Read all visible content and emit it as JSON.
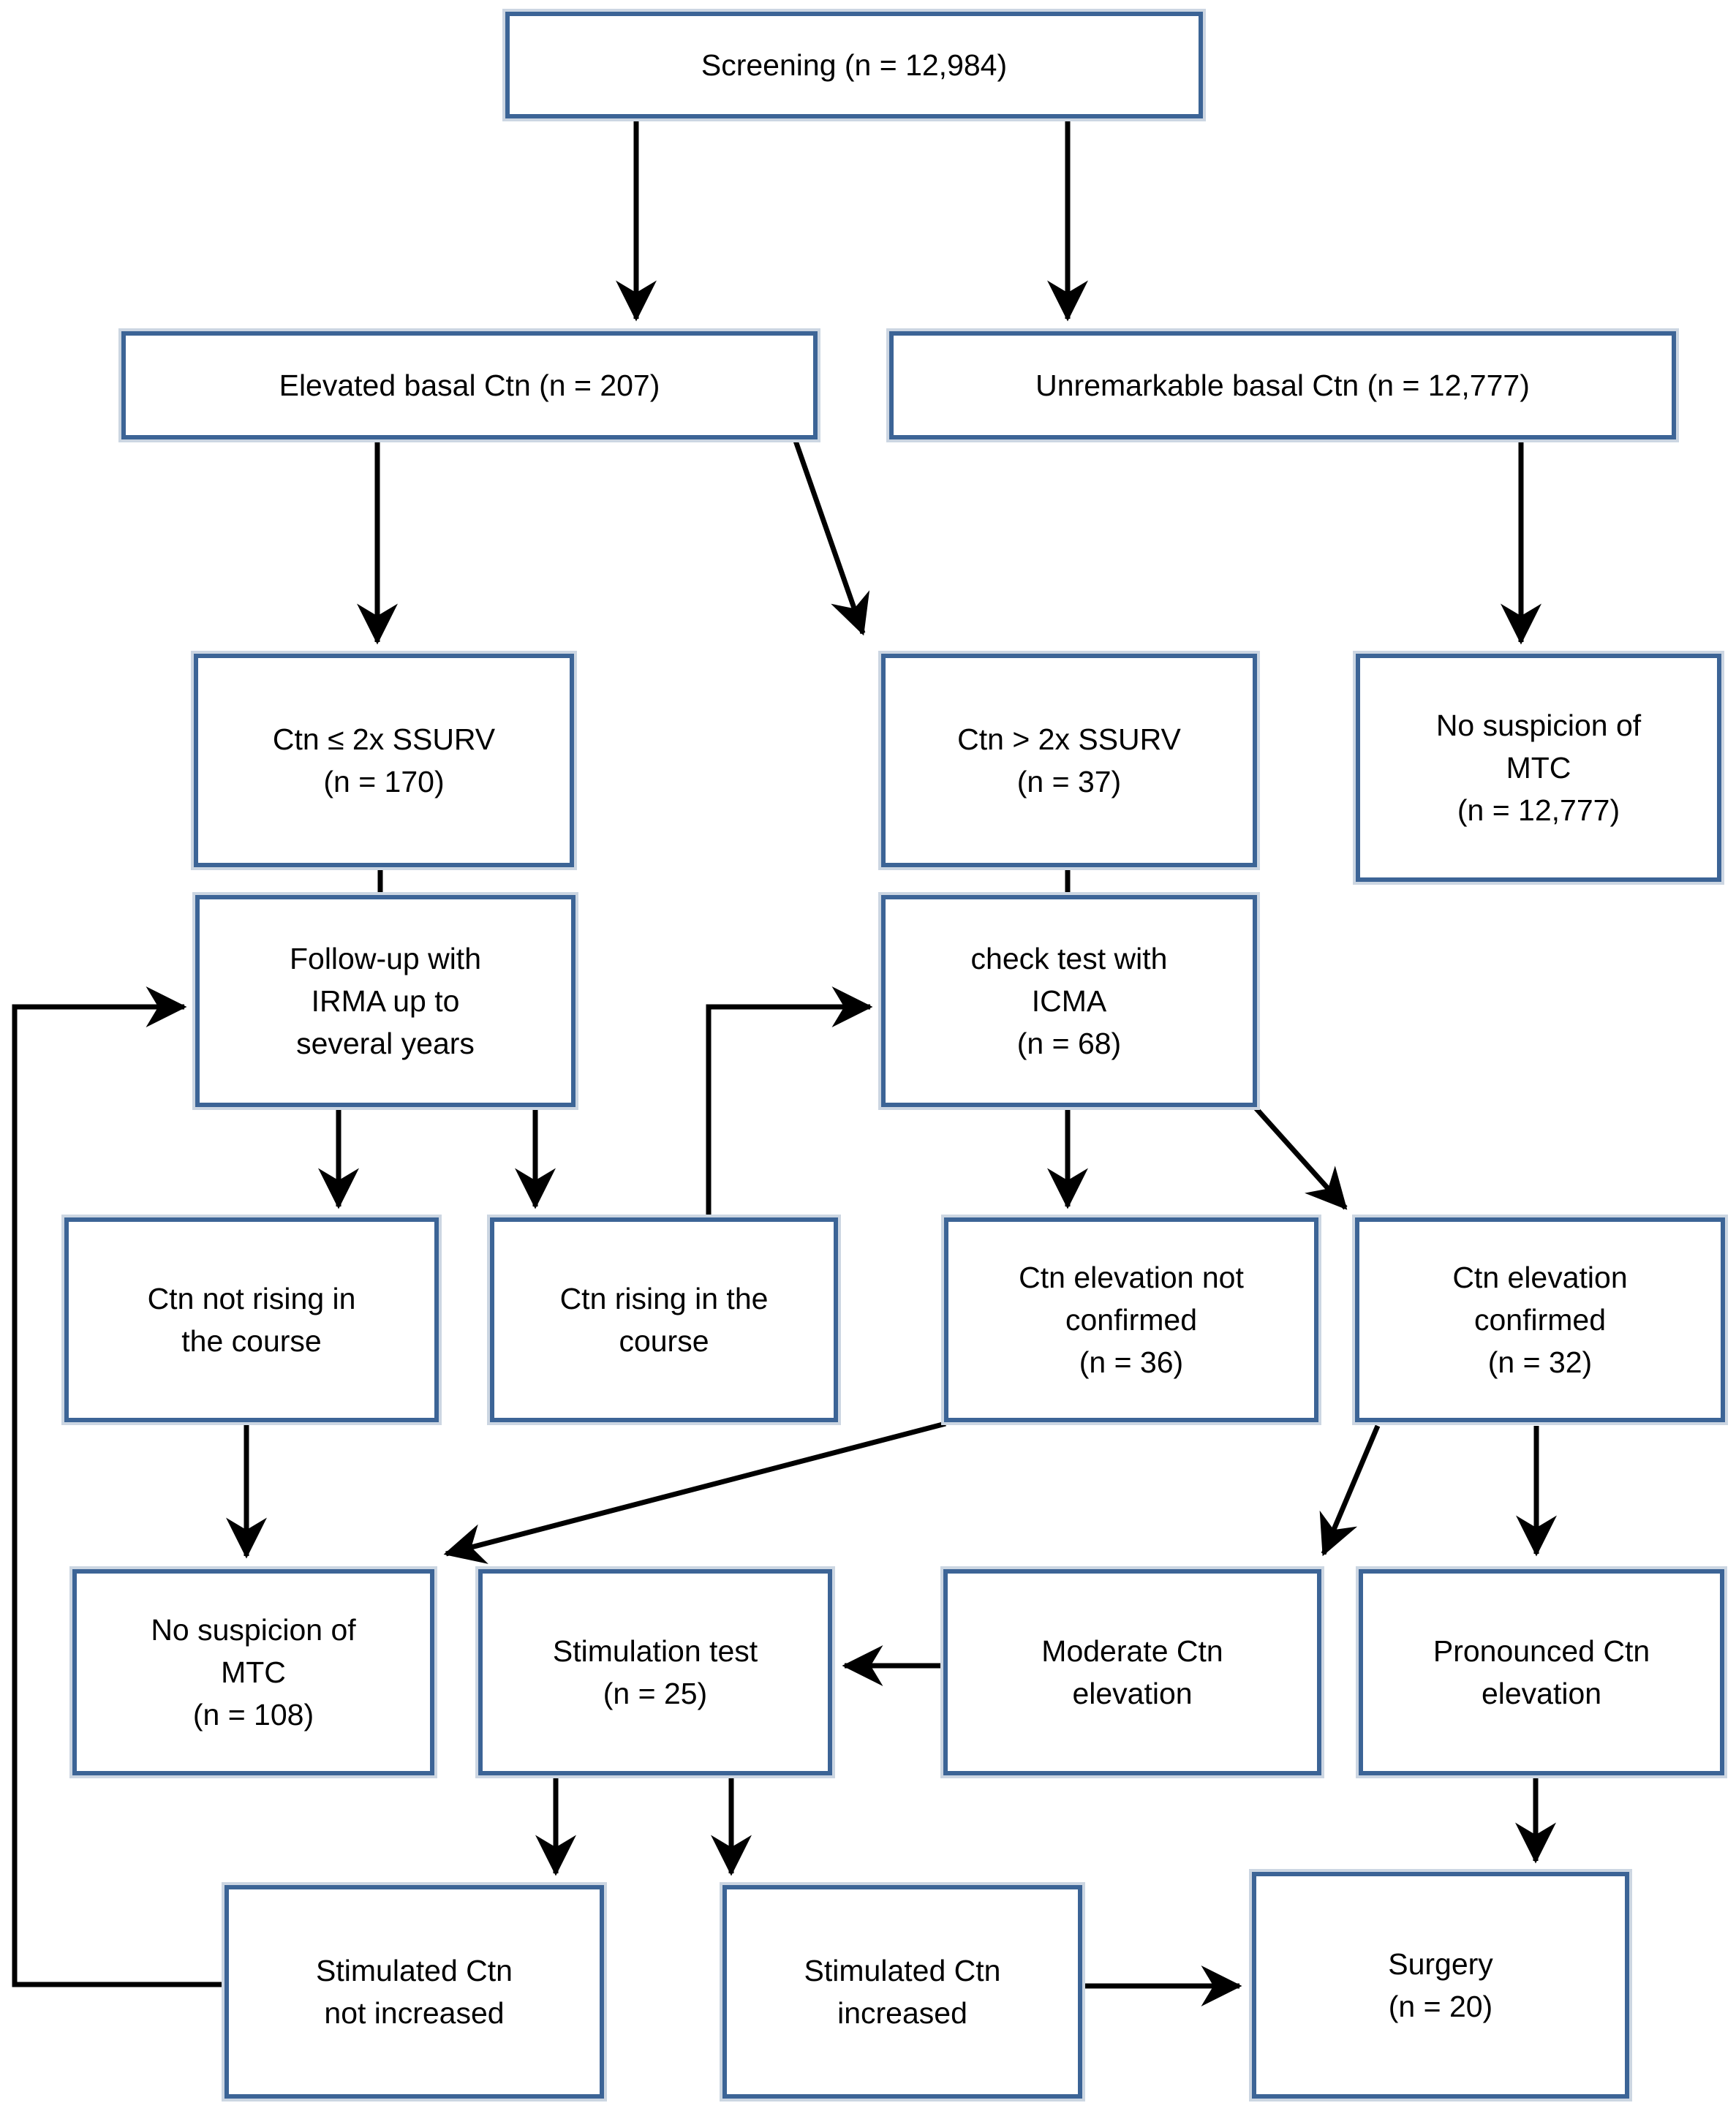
{
  "diagram": {
    "type": "flowchart",
    "title": "MTC screening flow diagram",
    "colors": {
      "box_border": "#3c6496",
      "box_halo": "#ccd6e2",
      "box_fill": "#ffffff",
      "arrow": "#000000",
      "text": "#000000",
      "background": "#ffffff"
    },
    "nodes": {
      "screening": {
        "label": "Screening (n = 12,984)",
        "n": 12984
      },
      "elevated_basal": {
        "label": "Elevated basal Ctn (n = 207)",
        "n": 207
      },
      "unremarkable_basal": {
        "label": "Unremarkable basal Ctn (n = 12,777)",
        "n": 12777
      },
      "ctn_le_2x_ssurv": {
        "label": "Ctn ≤ 2x SSURV\n(n = 170)",
        "n": 170
      },
      "ctn_gt_2x_ssurv": {
        "label": "Ctn > 2x SSURV\n(n = 37)",
        "n": 37
      },
      "no_suspicion_mtc_12777": {
        "label": "No suspicion of\nMTC\n(n = 12,777)",
        "n": 12777
      },
      "followup_irma": {
        "label": "Follow-up with\nIRMA up to\nseveral years"
      },
      "check_test_icma": {
        "label": "check test with\nICMA\n(n = 68)",
        "n": 68
      },
      "ctn_not_rising": {
        "label": "Ctn not rising in\nthe course"
      },
      "ctn_rising": {
        "label": "Ctn rising in the\ncourse"
      },
      "ctn_elevation_not_confirmed": {
        "label": "Ctn elevation not\nconfirmed\n(n = 36)",
        "n": 36
      },
      "ctn_elevation_confirmed": {
        "label": "Ctn elevation\nconfirmed\n(n = 32)",
        "n": 32
      },
      "no_suspicion_mtc_108": {
        "label": "No suspicion of\nMTC\n(n = 108)",
        "n": 108
      },
      "stimulation_test": {
        "label": "Stimulation test\n(n = 25)",
        "n": 25
      },
      "moderate_ctn_elevation": {
        "label": "Moderate Ctn\nelevation"
      },
      "pronounced_ctn_elevation": {
        "label": "Pronounced Ctn\nelevation"
      },
      "stimulated_ctn_not_increased": {
        "label": "Stimulated Ctn\nnot increased"
      },
      "stimulated_ctn_increased": {
        "label": "Stimulated Ctn\nincreased"
      },
      "surgery": {
        "label": "Surgery\n(n = 20)",
        "n": 20
      }
    },
    "edges": [
      {
        "from": "screening",
        "to": "elevated_basal",
        "arrow": true
      },
      {
        "from": "screening",
        "to": "unremarkable_basal",
        "arrow": true
      },
      {
        "from": "elevated_basal",
        "to": "ctn_le_2x_ssurv",
        "arrow": true
      },
      {
        "from": "elevated_basal",
        "to": "ctn_gt_2x_ssurv",
        "arrow": true
      },
      {
        "from": "unremarkable_basal",
        "to": "no_suspicion_mtc_12777",
        "arrow": true
      },
      {
        "from": "ctn_le_2x_ssurv",
        "to": "followup_irma",
        "arrow": false
      },
      {
        "from": "ctn_gt_2x_ssurv",
        "to": "check_test_icma",
        "arrow": false
      },
      {
        "from": "followup_irma",
        "to": "ctn_not_rising",
        "arrow": true
      },
      {
        "from": "followup_irma",
        "to": "ctn_rising",
        "arrow": true
      },
      {
        "from": "ctn_rising",
        "to": "check_test_icma",
        "arrow": true
      },
      {
        "from": "check_test_icma",
        "to": "ctn_elevation_not_confirmed",
        "arrow": true
      },
      {
        "from": "check_test_icma",
        "to": "ctn_elevation_confirmed",
        "arrow": true
      },
      {
        "from": "ctn_not_rising",
        "to": "no_suspicion_mtc_108",
        "arrow": true
      },
      {
        "from": "ctn_elevation_not_confirmed",
        "to": "no_suspicion_mtc_108",
        "arrow": true
      },
      {
        "from": "ctn_elevation_confirmed",
        "to": "moderate_ctn_elevation",
        "arrow": true
      },
      {
        "from": "ctn_elevation_confirmed",
        "to": "pronounced_ctn_elevation",
        "arrow": true
      },
      {
        "from": "moderate_ctn_elevation",
        "to": "stimulation_test",
        "arrow": true
      },
      {
        "from": "stimulation_test",
        "to": "stimulated_ctn_not_increased",
        "arrow": true
      },
      {
        "from": "stimulation_test",
        "to": "stimulated_ctn_increased",
        "arrow": true
      },
      {
        "from": "stimulated_ctn_increased",
        "to": "surgery",
        "arrow": true
      },
      {
        "from": "pronounced_ctn_elevation",
        "to": "surgery",
        "arrow": true
      },
      {
        "from": "stimulated_ctn_not_increased",
        "to": "followup_irma",
        "arrow": true
      }
    ]
  }
}
